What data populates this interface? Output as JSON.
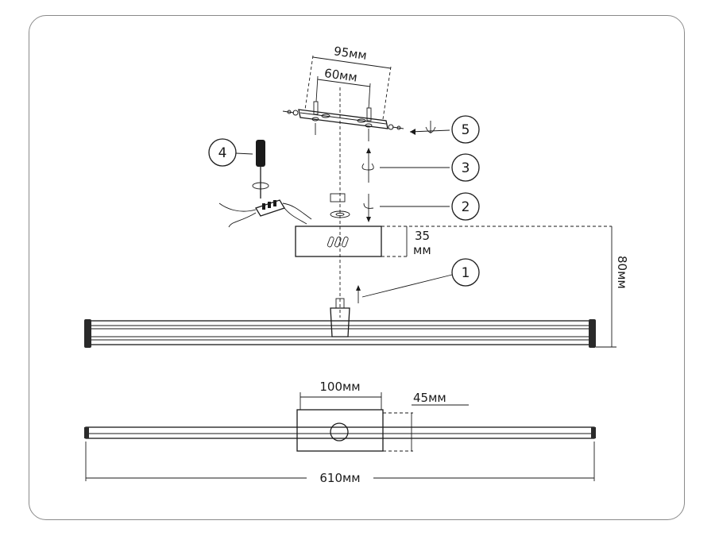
{
  "dimensions": {
    "bracket_outer": "95мм",
    "bracket_inner": "60мм",
    "box_height_value": "35",
    "box_height_unit": "мм",
    "total_height": "80мм",
    "plate_width": "100мм",
    "plate_depth": "45мм",
    "total_length": "610мм"
  },
  "callouts": [
    "1",
    "2",
    "3",
    "4",
    "5"
  ]
}
